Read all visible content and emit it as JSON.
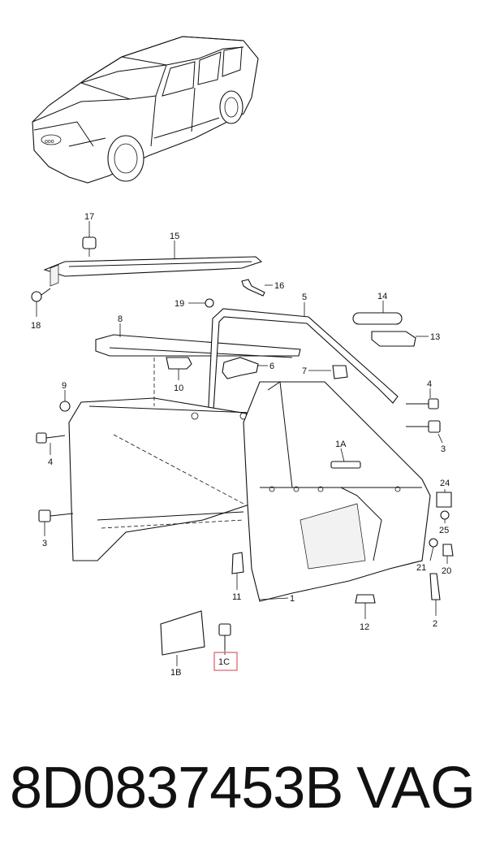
{
  "diagram": {
    "callouts": [
      "17",
      "15",
      "16",
      "18",
      "19",
      "5",
      "14",
      "13",
      "8",
      "6",
      "7",
      "4",
      "9",
      "10",
      "3",
      "1A",
      "24",
      "25",
      "4",
      "3",
      "11",
      "1",
      "21",
      "20",
      "12",
      "2",
      "1B",
      "1C"
    ],
    "highlight_color": "#e05a6a"
  },
  "footer": {
    "part_number": "8D0837453B",
    "brand": "VAG"
  }
}
